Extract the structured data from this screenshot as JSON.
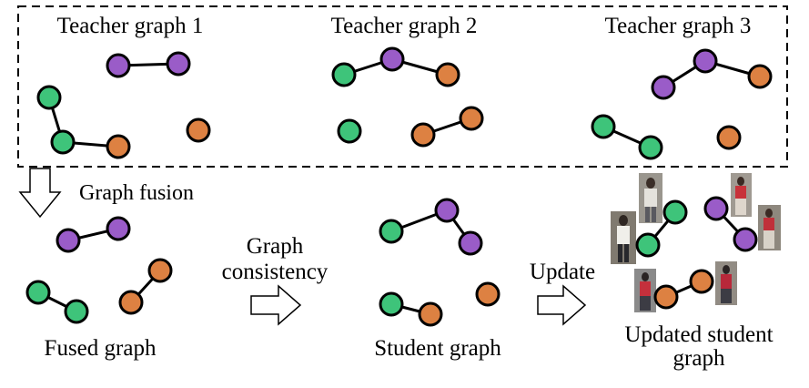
{
  "teacher_titles": [
    "Teacher graph 1",
    "Teacher graph 2",
    "Teacher graph 3"
  ],
  "labels": {
    "graph_fusion": "Graph fusion",
    "graph_consistency_line1": "Graph",
    "graph_consistency_line2": "consistency",
    "update": "Update",
    "fused_graph": "Fused graph",
    "student_graph": "Student graph",
    "updated_student_graph_line1": "Updated student",
    "updated_student_graph_line2": "graph"
  },
  "colors": {
    "green": "#3ec47a",
    "purple": "#9a5cc8",
    "orange": "#dd8142",
    "edge": "#000000",
    "arrow_fill": "#ffffff",
    "dashed_box": "#000000"
  }
}
